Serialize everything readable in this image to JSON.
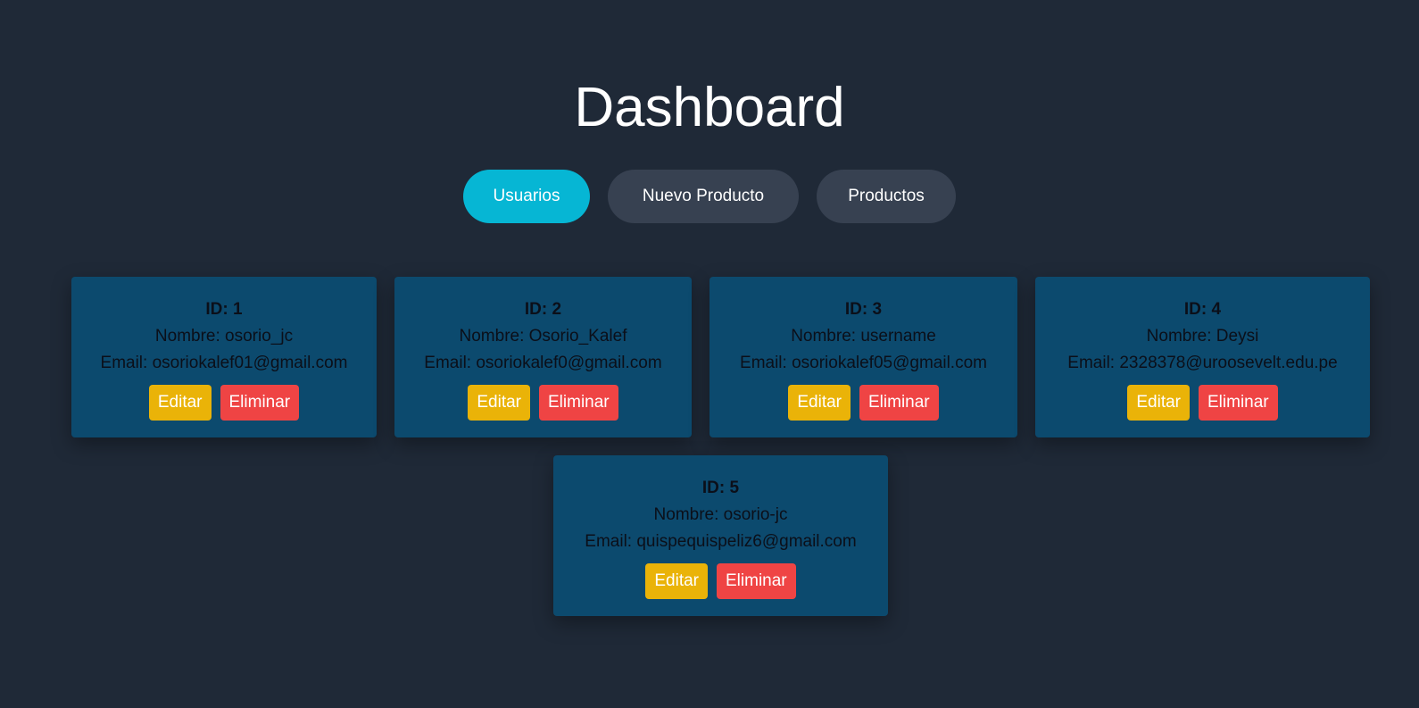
{
  "page": {
    "title": "Dashboard"
  },
  "nav": {
    "usuarios": "Usuarios",
    "nuevo_producto": "Nuevo Producto",
    "productos": "Productos",
    "active": "Usuarios"
  },
  "users": [
    {
      "id": "ID: 1",
      "nombre": "Nombre: osorio_jc",
      "email": "Email: osoriokalef01@gmail.com",
      "edit": "Editar",
      "delete": "Eliminar"
    },
    {
      "id": "ID: 2",
      "nombre": "Nombre: Osorio_Kalef",
      "email": "Email: osoriokalef0@gmail.com",
      "edit": "Editar",
      "delete": "Eliminar"
    },
    {
      "id": "ID: 3",
      "nombre": "Nombre: username",
      "email": "Email: osoriokalef05@gmail.com",
      "edit": "Editar",
      "delete": "Eliminar"
    },
    {
      "id": "ID: 4",
      "nombre": "Nombre: Deysi",
      "email": "Email: 2328378@uroosevelt.edu.pe",
      "edit": "Editar",
      "delete": "Eliminar"
    },
    {
      "id": "ID: 5",
      "nombre": "Nombre: osorio-jc",
      "email": "Email: quispequispeliz6@gmail.com",
      "edit": "Editar",
      "delete": "Eliminar"
    }
  ],
  "colors": {
    "background": "#1f2937",
    "nav_active": "#06b6d4",
    "nav_inactive": "#374151",
    "card": "#0c4a6e",
    "edit_button": "#eab308",
    "delete_button": "#ef4444"
  }
}
